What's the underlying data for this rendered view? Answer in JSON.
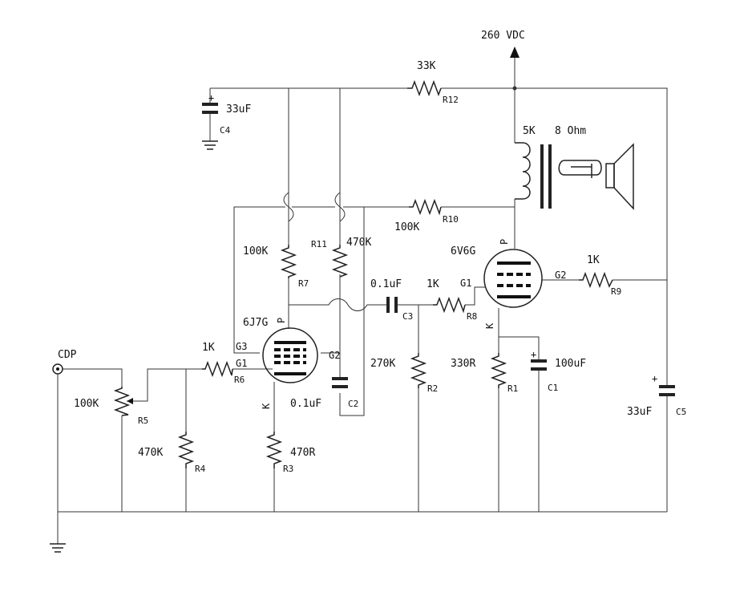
{
  "supply": {
    "label": "260 VDC"
  },
  "input": {
    "label": "CDP"
  },
  "tubes": {
    "v1": {
      "type": "6J7G",
      "p": "P",
      "k": "K",
      "g1": "G1",
      "g2": "G2",
      "g3": "G3"
    },
    "v2": {
      "type": "6V6G",
      "p": "P",
      "k": "K",
      "g1": "G1",
      "g2": "G2"
    }
  },
  "transformer": {
    "primary": "5K",
    "secondary": "8 Ohm"
  },
  "components": {
    "R1": {
      "ref": "R1",
      "value": "330R"
    },
    "R2": {
      "ref": "R2",
      "value": "270K"
    },
    "R3": {
      "ref": "R3",
      "value": "470R"
    },
    "R4": {
      "ref": "R4",
      "value": "470K"
    },
    "R5": {
      "ref": "R5",
      "value": "100K"
    },
    "R6": {
      "ref": "R6",
      "value": "1K"
    },
    "R7": {
      "ref": "R7",
      "value": "100K"
    },
    "R8": {
      "ref": "R8",
      "value": "1K"
    },
    "R9": {
      "ref": "R9",
      "value": "1K"
    },
    "R10": {
      "ref": "R10",
      "value": "100K"
    },
    "R11": {
      "ref": "R11",
      "value": "470K"
    },
    "R12": {
      "ref": "R12",
      "value": "33K"
    },
    "C1": {
      "ref": "C1",
      "value": "100uF",
      "polarity": "+"
    },
    "C2": {
      "ref": "C2",
      "value": "0.1uF"
    },
    "C3": {
      "ref": "C3",
      "value": "0.1uF"
    },
    "C4": {
      "ref": "C4",
      "value": "33uF",
      "polarity": "+"
    },
    "C5": {
      "ref": "C5",
      "value": "33uF",
      "polarity": "+"
    }
  }
}
